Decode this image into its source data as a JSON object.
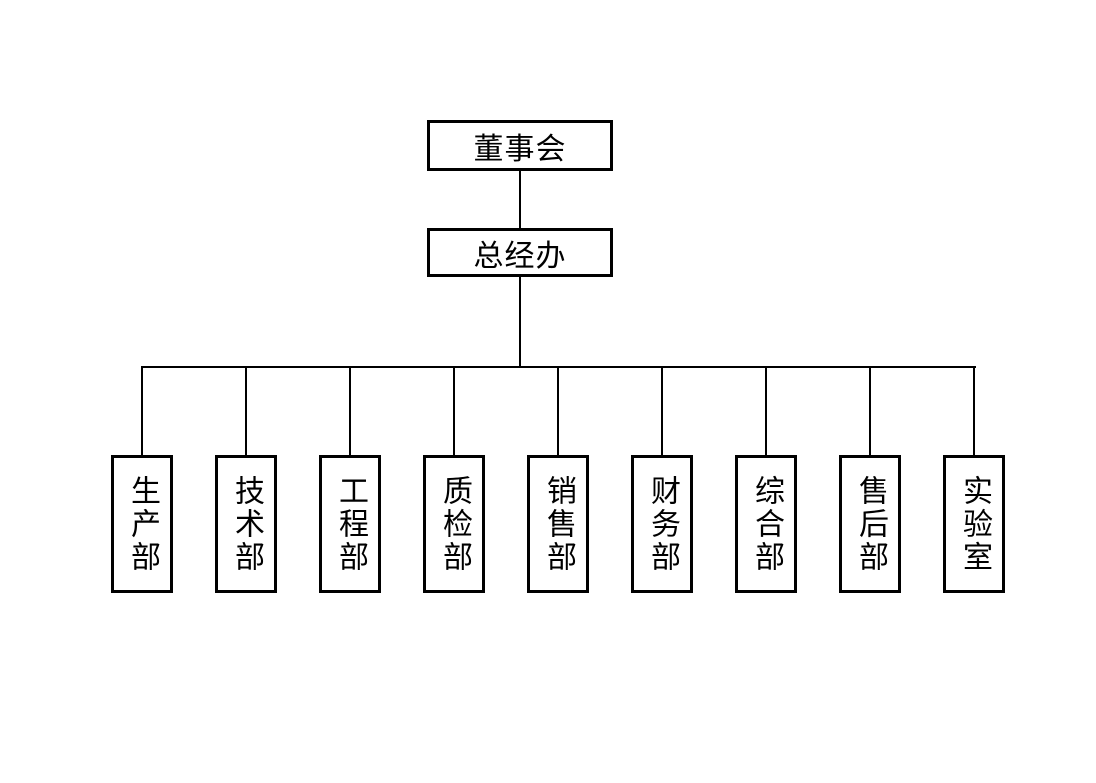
{
  "org_chart": {
    "type": "org-tree",
    "colors": {
      "background": "#ffffff",
      "line": "#000000",
      "box_border": "#000000",
      "text": "#000000"
    },
    "root": {
      "label": "董事会"
    },
    "middle": {
      "label": "总经办"
    },
    "departments": [
      {
        "label": "生产部"
      },
      {
        "label": "技术部"
      },
      {
        "label": "工程部"
      },
      {
        "label": "质检部"
      },
      {
        "label": "销售部"
      },
      {
        "label": "财务部"
      },
      {
        "label": "综合部"
      },
      {
        "label": "售后部"
      },
      {
        "label": "实验室"
      }
    ]
  }
}
